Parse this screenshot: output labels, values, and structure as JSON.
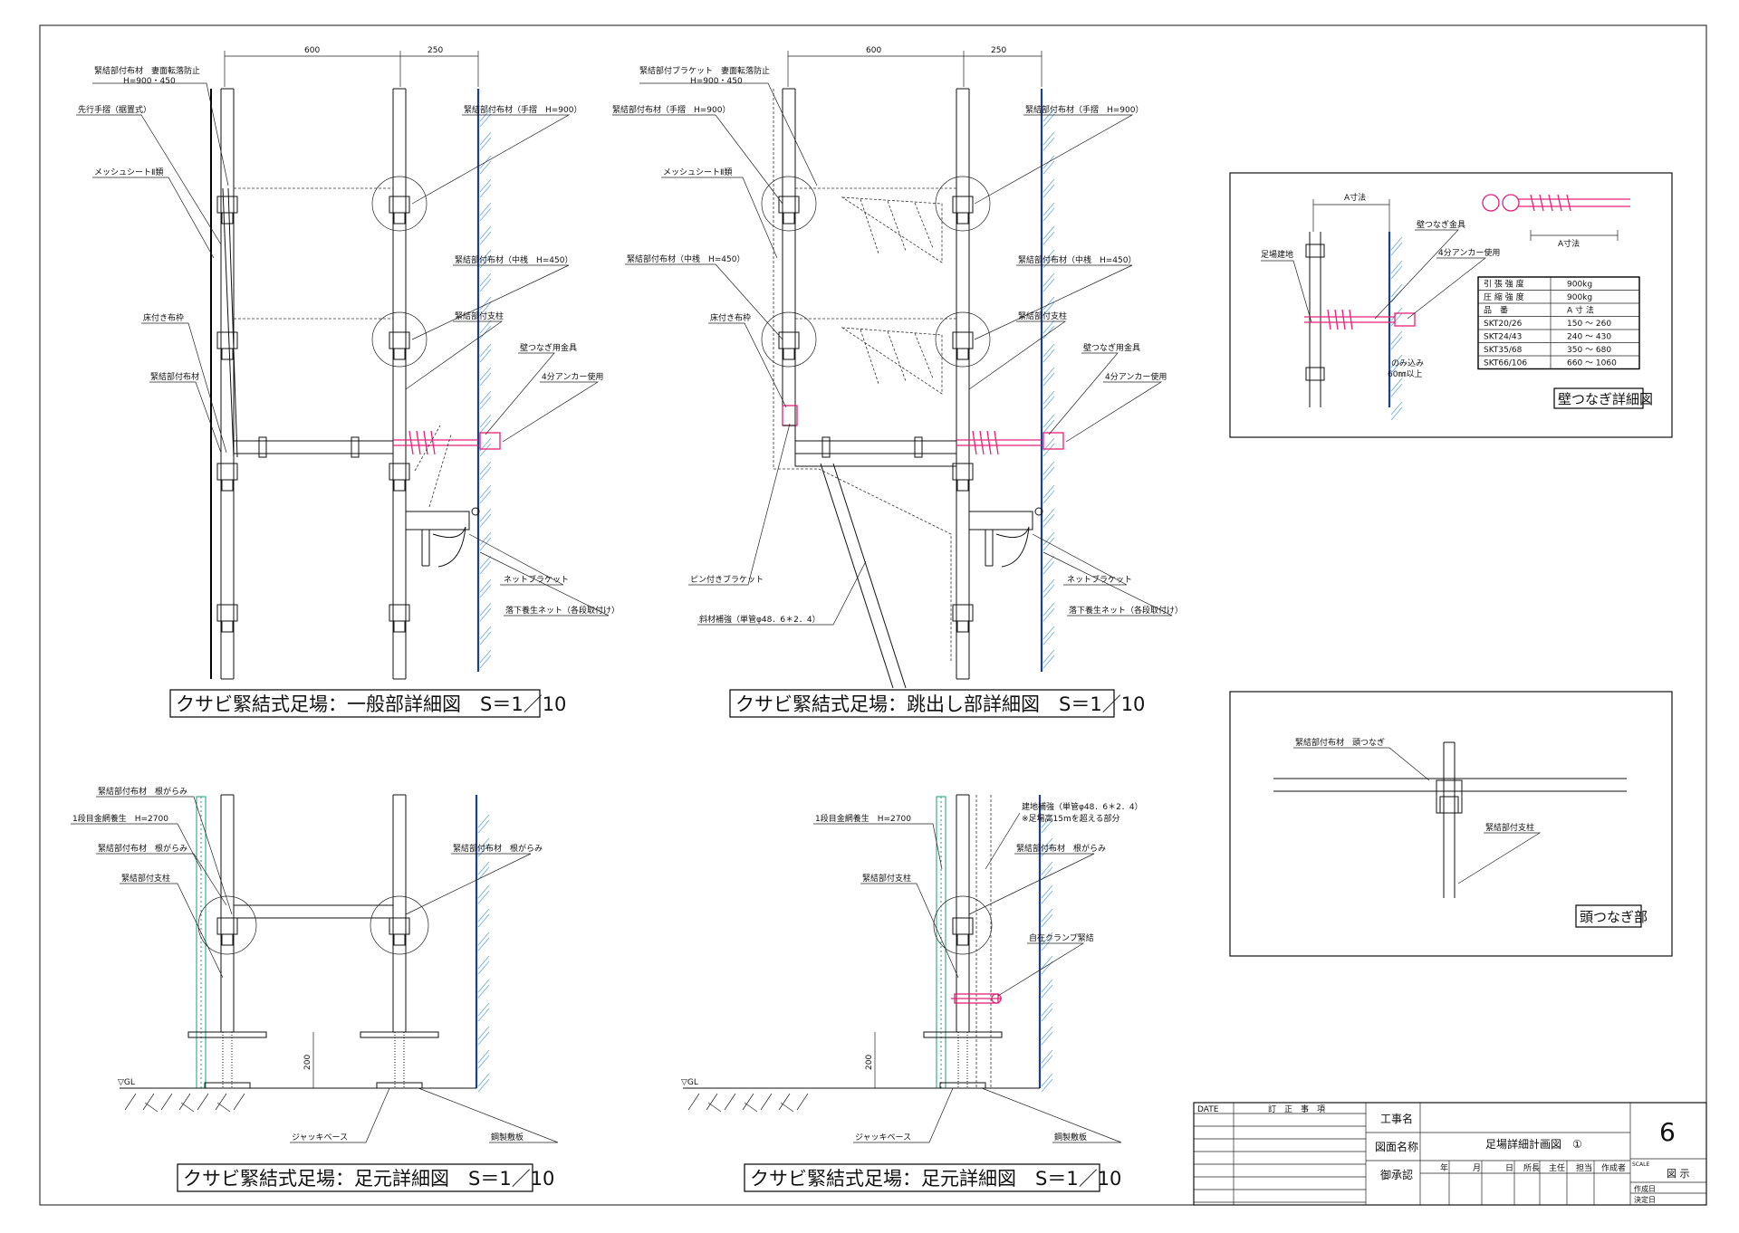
{
  "views": {
    "general": {
      "title": "クサビ緊結式足場：一般部詳細図　S＝1／10",
      "dim_a": "600",
      "dim_b": "250",
      "labels": {
        "l1a": "緊結部付布材　妻面転落防止",
        "l1b": "H=900・450",
        "l2": "先行手摺（据置式）",
        "l3": "メッシュシートⅡ類",
        "l4": "床付き布枠",
        "l5": "緊結部付布材",
        "r1": "緊結部付布材（手摺　H=900）",
        "r2": "緊結部付布材（中桟　H=450）",
        "r3": "緊結部付支柱",
        "r4": "壁つなぎ用金具",
        "r5": "4分アンカー使用",
        "r6": "ネットブラケット",
        "r7": "落下養生ネット（各段取付け）"
      }
    },
    "cantilever": {
      "title": "クサビ緊結式足場：跳出し部詳細図　S＝1／10",
      "dim_a": "600",
      "dim_b": "250",
      "labels": {
        "l1a": "緊結部付ブラケット　妻面転落防止",
        "l1b": "H=900・450",
        "l2": "緊結部付布材（手摺　H=900）",
        "l3": "メッシュシートⅡ類",
        "l4": "緊結部付布材（中桟　H=450）",
        "l5": "床付き布枠",
        "l6": "ピン付きブラケット",
        "l7": "斜材補強（単管φ48．6＊2．4）",
        "r1": "緊結部付布材（手摺　H=900）",
        "r2": "緊結部付布材（中桟　H=450）",
        "r3": "緊結部付支柱",
        "r4": "壁つなぎ用金具",
        "r5": "4分アンカー使用",
        "r6": "ネットブラケット",
        "r7": "落下養生ネット（各段取付け）"
      }
    },
    "base1": {
      "title": "クサビ緊結式足場：足元詳細図　S＝1／10",
      "gl": "▽GL",
      "dim": "200",
      "labels": {
        "l1": "緊結部付布材　根がらみ",
        "l2": "1段目金網養生　H=2700",
        "l3": "緊結部付布材　根がらみ",
        "l4": "緊結部付支柱",
        "r1": "緊結部付布材　根がらみ",
        "b1": "ジャッキベース",
        "b2": "鋼製敷板"
      }
    },
    "base2": {
      "title": "クサビ緊結式足場：足元詳細図　S＝1／10",
      "gl": "▽GL",
      "dim": "200",
      "labels": {
        "l1": "1段目金網養生　H=2700",
        "l2": "緊結部付支柱",
        "r1a": "建地補強（単管φ48．6＊2．4）",
        "r1b": "※足場高15mを超える部分",
        "r2": "緊結部付布材　根がらみ",
        "r3": "自在クランプ緊結",
        "b1": "ジャッキベース",
        "b2": "鋼製敷板"
      }
    }
  },
  "wall_tie": {
    "title": "壁つなぎ詳細図",
    "dim_label": "A寸法",
    "dim_label2": "A寸法",
    "labels": {
      "post": "足場建地",
      "fitting": "壁つなぎ金具",
      "anchor": "4分アンカー使用",
      "embed_a": "のみ込み",
      "embed_b": "60㎜以上"
    },
    "table": [
      [
        "引 張 強 度",
        "900kg"
      ],
      [
        "圧 縮 強 度",
        "900kg"
      ],
      [
        "品　番",
        "A 寸 法"
      ],
      [
        "SKT20/26",
        "150 ～ 260"
      ],
      [
        "SKT24/43",
        "240 ～ 430"
      ],
      [
        "SKT35/68",
        "350 ～ 680"
      ],
      [
        "SKT66/106",
        "660 ～ 1060"
      ]
    ]
  },
  "head_tie": {
    "title": "頭つなぎ部",
    "labels": {
      "ledger": "緊結部付布材　頭つなぎ",
      "post": "緊結部付支柱"
    }
  },
  "title_block": {
    "date_label": "DATE",
    "revision_label": "訂　正　事　項",
    "project_label": "工事名",
    "drawing_name_label": "図面名称",
    "drawing_name": "足場詳細計画図　①",
    "approval_label": "御承認",
    "date_cells": [
      "年",
      "月",
      "日"
    ],
    "roles": [
      "所長",
      "主任",
      "担当",
      "作成者"
    ],
    "sheet_number": "6",
    "scale_label": "SCALE",
    "scale_value": "図 示",
    "created_label": "作成日",
    "decided_label": "決定日"
  },
  "colors": {
    "wall": "#1d3f8f",
    "hatch": "#69a7d8",
    "fitting": "#e3207a",
    "mesh": "#1f9a7a"
  }
}
